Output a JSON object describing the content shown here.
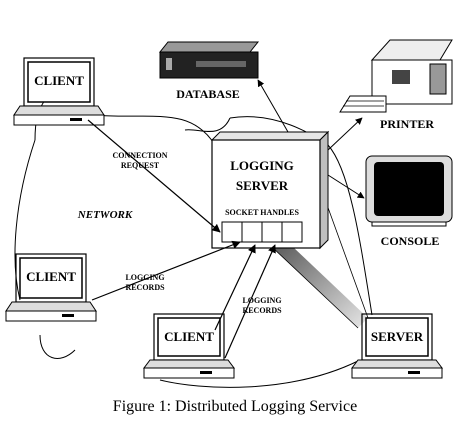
{
  "caption": "Figure 1: Distributed Logging Service",
  "nodes": {
    "client_top": "CLIENT",
    "client_left": "CLIENT",
    "client_bottom": "CLIENT",
    "server": "SERVER",
    "logging_server_line1": "LOGGING",
    "logging_server_line2": "SERVER",
    "socket_handles": "SOCKET  HANDLES",
    "database": "DATABASE",
    "printer": "PRINTER",
    "console": "CONSOLE",
    "network": "NETWORK"
  },
  "edges": {
    "connection_request_line1": "CONNECTION",
    "connection_request_line2": "REQUEST",
    "logging_records_left_line1": "LOGGING",
    "logging_records_left_line2": "RECORDS",
    "logging_records_bottom_line1": "LOGGING",
    "logging_records_bottom_line2": "RECORDS"
  }
}
